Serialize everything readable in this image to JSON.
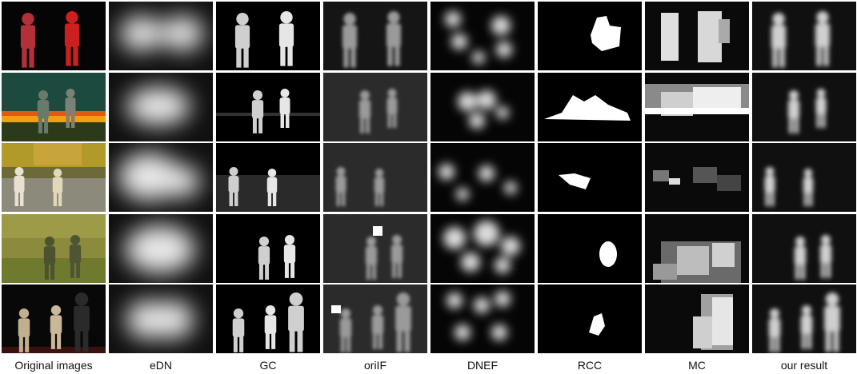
{
  "figure": {
    "columns": [
      {
        "key": "original",
        "label": "Original images"
      },
      {
        "key": "edn",
        "label": "eDN"
      },
      {
        "key": "gc",
        "label": "GC"
      },
      {
        "key": "oriif",
        "label": "oriIF"
      },
      {
        "key": "dnef",
        "label": "DNEF"
      },
      {
        "key": "rcc",
        "label": "RCC"
      },
      {
        "key": "mc",
        "label": "MC"
      },
      {
        "key": "ours",
        "label": "our result"
      }
    ],
    "rows": [
      {
        "scene": "two-musicians-stage"
      },
      {
        "scene": "firefighters-fire"
      },
      {
        "scene": "people-autumn-stream"
      },
      {
        "scene": "soldiers-grass-hill"
      },
      {
        "scene": "band-concert-stage"
      }
    ]
  }
}
